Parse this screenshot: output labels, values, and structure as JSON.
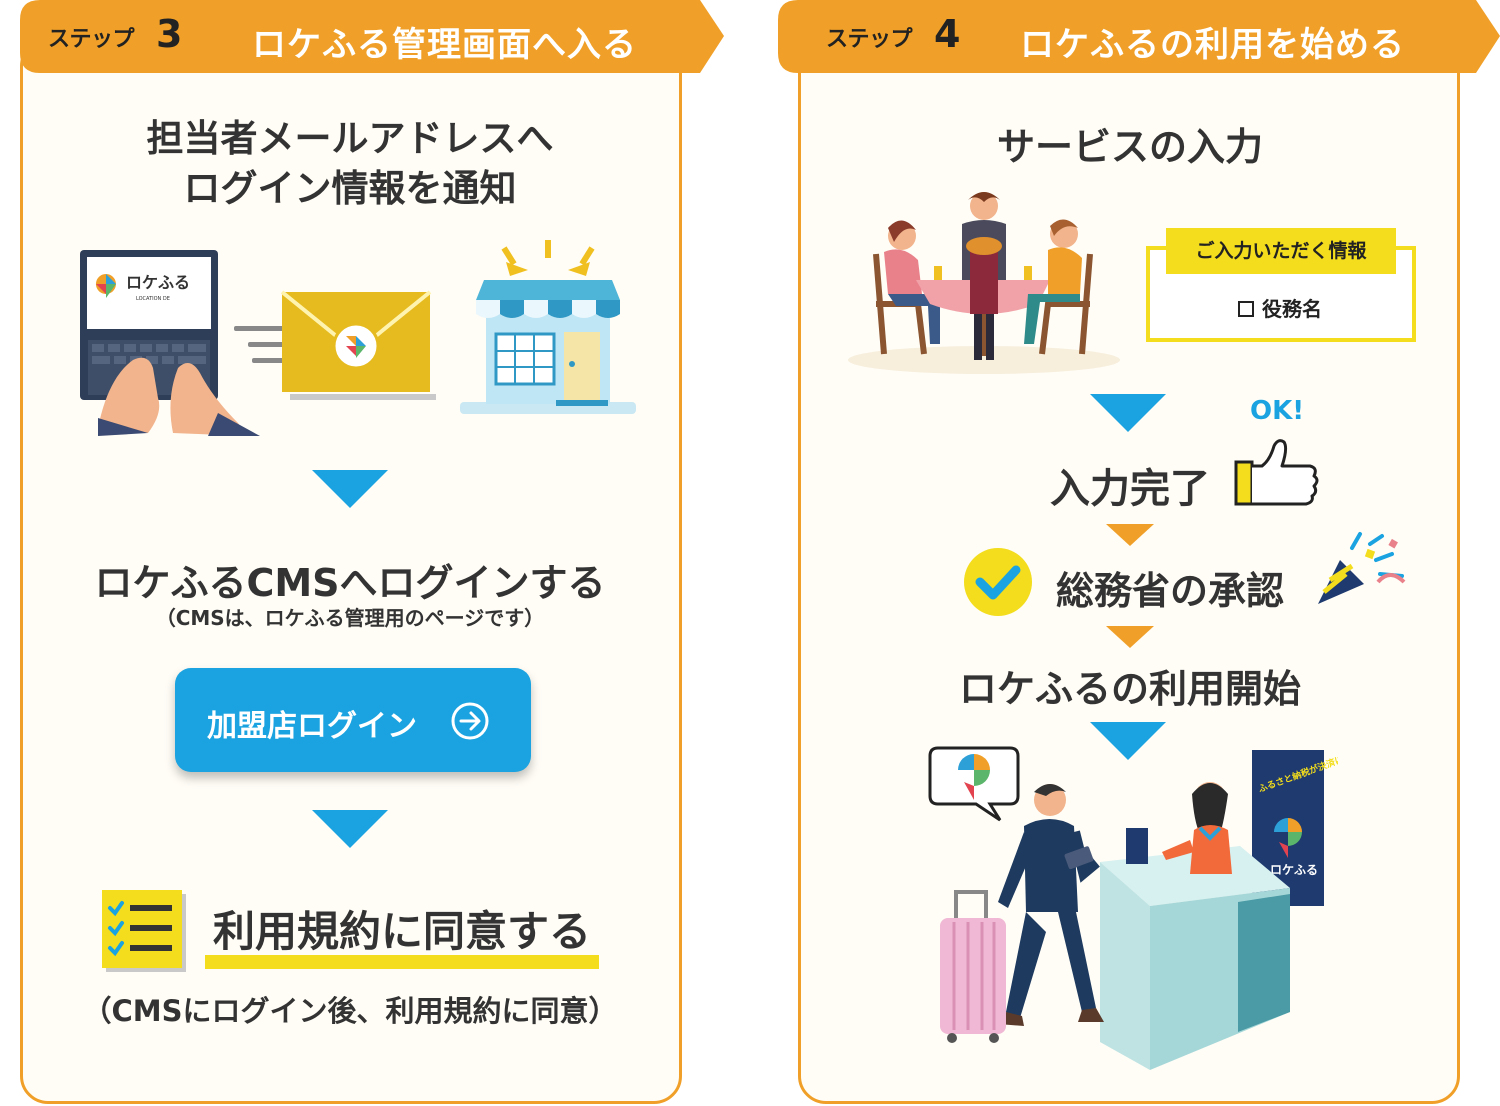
{
  "step3": {
    "label": "ステップ",
    "number": "3",
    "title": "ロケふる管理画面へ入る",
    "notify_heading_line1": "担当者メールアドレスへ",
    "notify_heading_line2": "ログイン情報を通知",
    "laptop_logo_text": "ロケふる",
    "laptop_logo_sub": "LOCATION DE",
    "cms_heading": "ロケふるCMSへログインする",
    "cms_note": "（CMSは、ロケふる管理用のページです）",
    "login_button": "加盟店ログイン",
    "terms_heading": "利用規約に同意する",
    "terms_note": "（CMSにログイン後、利用規約に同意）"
  },
  "step4": {
    "label": "ステップ",
    "number": "4",
    "title": "ロケふるの利用を始める",
    "service_heading": "サービスの入力",
    "info_box_title": "ご入力いただく情報",
    "info_box_item": "役務名",
    "ok_text": "OK!",
    "input_done": "入力完了",
    "approval": "総務省の承認",
    "start": "ロケふるの利用開始",
    "poster_text": "ふるさと納税が決済に使えます",
    "poster_logo": "ロケふる"
  },
  "colors": {
    "orange": "#f0a028",
    "blue": "#1aa3e0",
    "yellow": "#f3dd1c",
    "navy": "#1e3a5f"
  },
  "icons": [
    "laptop-icon",
    "mail-icon",
    "store-icon",
    "checklist-icon",
    "thumbs-up-icon",
    "check-circle-icon",
    "party-popper-icon",
    "arrow-circle-right-icon",
    "speech-bubble-icon"
  ]
}
